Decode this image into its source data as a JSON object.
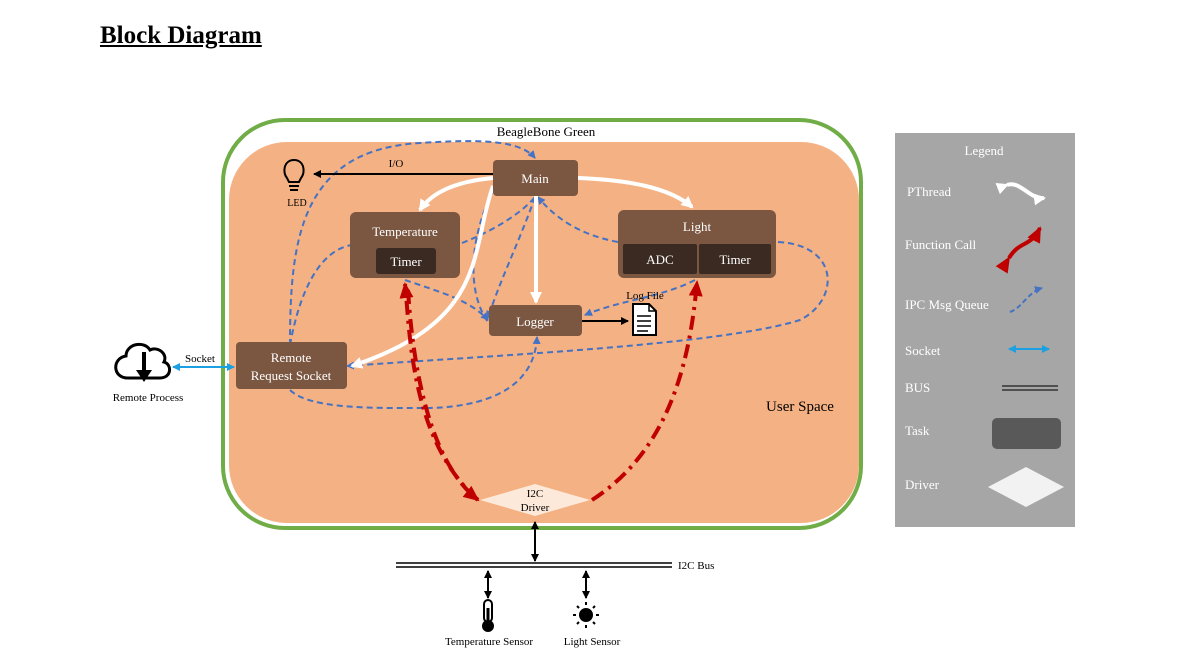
{
  "heading": "Block Diagram",
  "board": {
    "title": "BeagleBone Green",
    "space_label": "User Space"
  },
  "tasks": {
    "main": "Main",
    "temperature": "Temperature",
    "temperature_timer": "Timer",
    "light": "Light",
    "light_adc": "ADC",
    "light_timer": "Timer",
    "logger": "Logger",
    "remote_line1": "Remote",
    "remote_line2": "Request Socket"
  },
  "driver": {
    "line1": "I2C",
    "line2": "Driver"
  },
  "labels": {
    "io": "I/O",
    "led": "LED",
    "log_file": "Log File",
    "socket": "Socket",
    "remote_process": "Remote Process",
    "i2c_bus": "I2C Bus",
    "temperature_sensor": "Temperature Sensor",
    "light_sensor": "Light Sensor"
  },
  "legend": {
    "title": "Legend",
    "items": {
      "pthread": "PThread",
      "function_call": "Function Call",
      "ipc": "IPC Msg Queue",
      "socket": "Socket",
      "bus": "BUS",
      "task": "Task",
      "driver": "Driver"
    }
  },
  "colors": {
    "board_border": "#70ad47",
    "user_space": "#f4b183",
    "task": "#7b5640",
    "task_inner": "#3b2a22",
    "ipc": "#4472c4",
    "function_call": "#c00000",
    "socket": "#1ba1e2",
    "legend_bg": "#a6a6a6",
    "legend_task": "#595959"
  },
  "icons": {
    "led": "lightbulb-icon",
    "log_file": "document-icon",
    "remote_process": "cloud-download-icon",
    "temperature_sensor": "thermometer-icon",
    "light_sensor": "sun-icon"
  }
}
